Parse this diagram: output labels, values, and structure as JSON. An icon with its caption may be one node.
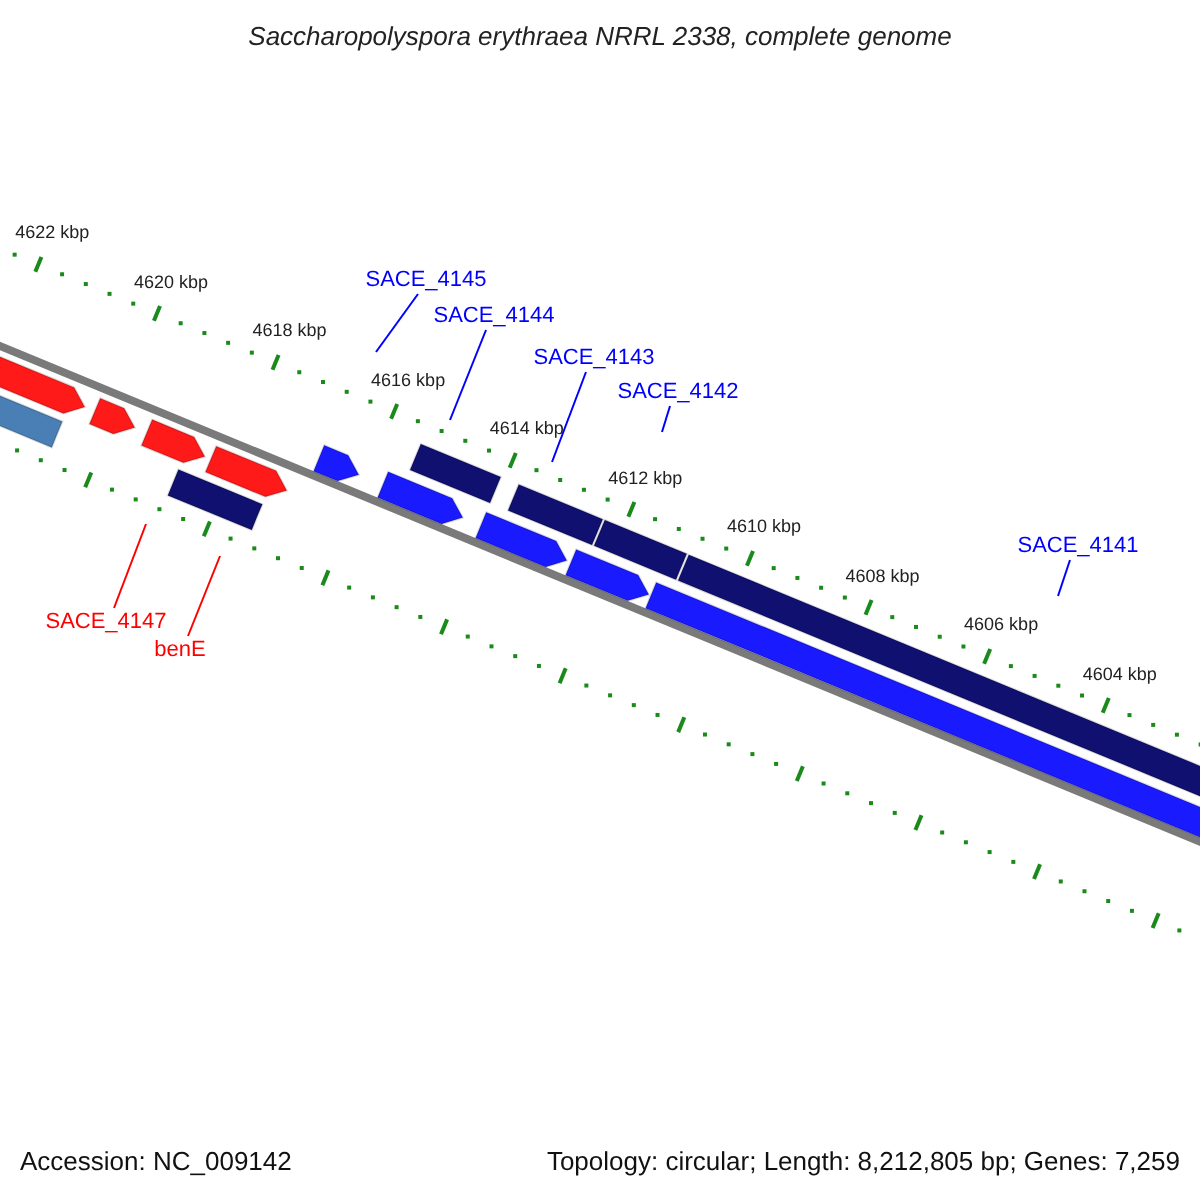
{
  "diagram": {
    "title": "Saccharopolyspora erythraea NRRL 2338, complete genome",
    "nodes": [
      {
        "text": [
          "SACE_4145"
        ]
      },
      {
        "text": [
          "SACE_4144"
        ]
      },
      {
        "text": [
          "SACE_4143"
        ]
      },
      {
        "text": [
          "SACE_4142"
        ]
      },
      {
        "text": [
          "SACE_4141"
        ]
      },
      {
        "text": [
          "SACE_4147"
        ]
      },
      {
        "text": [
          "benE"
        ]
      }
    ],
    "edges": [
      {
        "from": 0,
        "to": null,
        "arrow": "none"
      },
      {
        "from": 1,
        "to": null,
        "arrow": "none"
      },
      {
        "from": 2,
        "to": null,
        "arrow": "none"
      },
      {
        "from": 3,
        "to": null,
        "arrow": "none"
      },
      {
        "from": 4,
        "to": null,
        "arrow": "none"
      },
      {
        "from": 5,
        "to": null,
        "arrow": "none",
        "color": "#ff0000"
      },
      {
        "from": 6,
        "to": null,
        "arrow": "none",
        "color": "#ff0000"
      }
    ],
    "labels": [
      "4622 kbp",
      "4620 kbp",
      "4618 kbp",
      "4616 kbp",
      "4614 kbp",
      "4612 kbp",
      "4610 kbp",
      "4608 kbp",
      "4606 kbp",
      "4604 kbp",
      "Accession: NC_009142",
      "Topology: circular; Length: 8,212,805 bp; Genes: 7,259"
    ]
  }
}
